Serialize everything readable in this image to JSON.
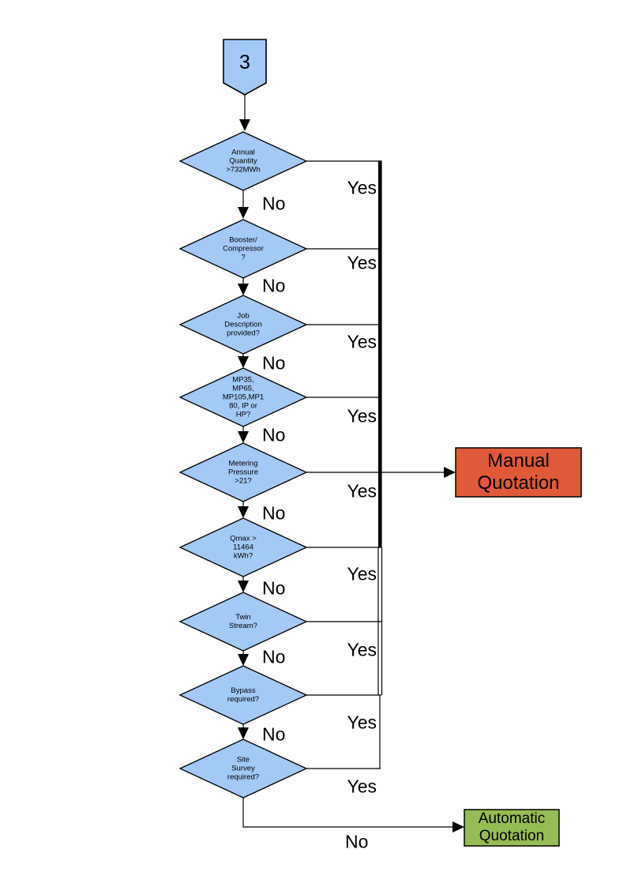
{
  "page": {
    "background": "#ffffff"
  },
  "connector": {
    "label": "3"
  },
  "decisions": [
    {
      "id": "annual-quantity",
      "label": "Annual\nQuantity\n>732MWh"
    },
    {
      "id": "booster-compressor",
      "label": "Booster/\nCompressor\n?"
    },
    {
      "id": "job-description",
      "label": "Job\nDescription\nprovided?"
    },
    {
      "id": "pressure-tier",
      "label": "MP35,\nMP65,\nMP105,MP1\n80, IP or\nHP?"
    },
    {
      "id": "metering-pressure",
      "label": "Metering\nPressure\n>21?"
    },
    {
      "id": "qmax",
      "label": "Qmax >\n11464\nkWh?"
    },
    {
      "id": "twin-stream",
      "label": "Twin\nStream?"
    },
    {
      "id": "bypass",
      "label": "Bypass\nrequired?"
    },
    {
      "id": "site-survey",
      "label": "Site\nSurvey\nrequired?"
    }
  ],
  "branch_labels": {
    "yes": "Yes",
    "no": "No"
  },
  "outcomes": {
    "manual": {
      "label": "Manual\nQuotation",
      "color": "#E05A3A"
    },
    "automatic": {
      "label": "Automatic\nQuotation",
      "color": "#95BC55"
    }
  },
  "colors": {
    "decision_fill": "#A3C9F5",
    "line": "#000000"
  }
}
